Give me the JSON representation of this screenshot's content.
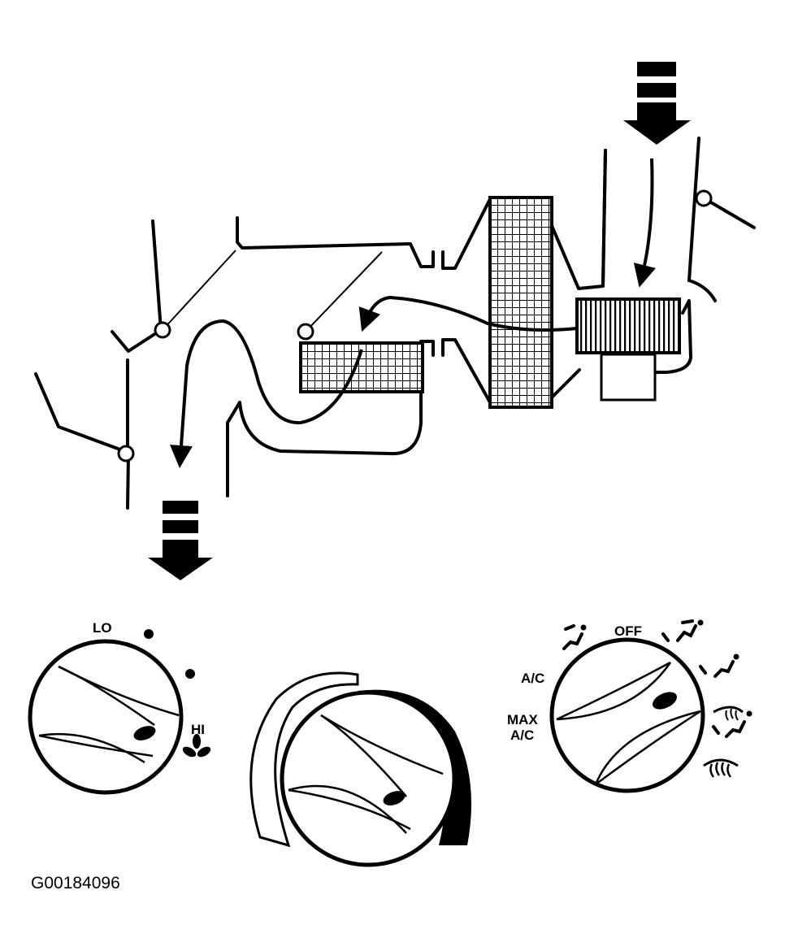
{
  "fan_dial": {
    "low_label": "LO",
    "high_label": "HI"
  },
  "mode_dial": {
    "off_label": "OFF",
    "ac_label": "A/C",
    "max_label": "MAX",
    "max_ac_label": "A/C"
  },
  "figure_code": "G00184096",
  "colors": {
    "ink": "#000000",
    "paper": "#ffffff"
  }
}
